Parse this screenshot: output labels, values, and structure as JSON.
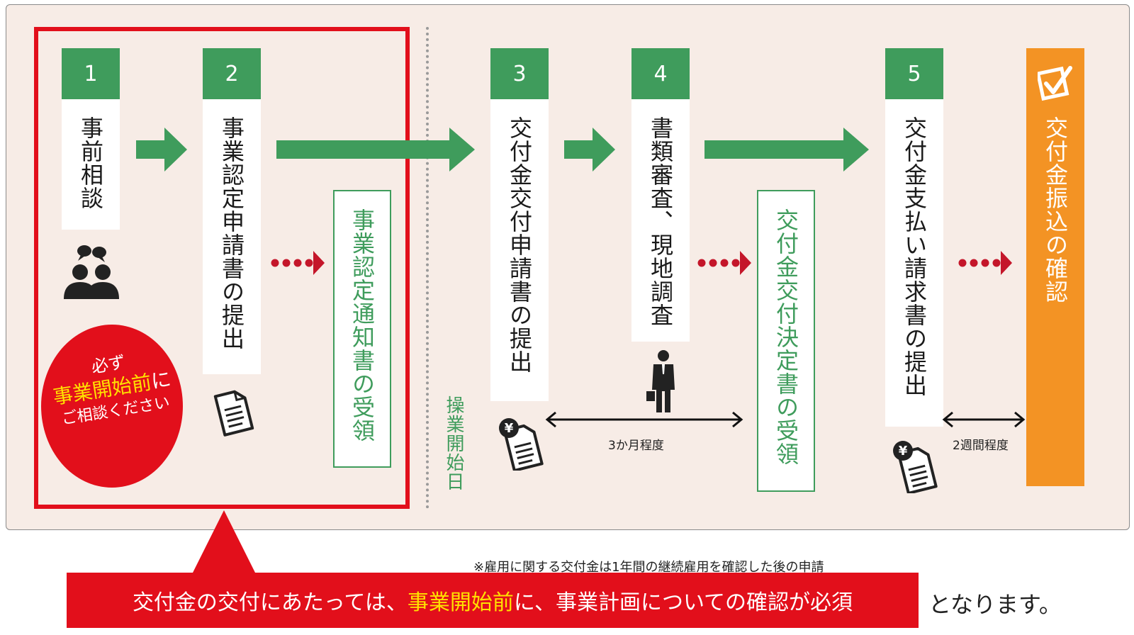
{
  "steps": [
    {
      "num": "1",
      "text": "事前相談"
    },
    {
      "num": "2",
      "text": "事業認定申請書の提出"
    },
    {
      "num": "3",
      "text": "交付金交付申請書の提出"
    },
    {
      "num": "4",
      "text": "書類審査、現地調査"
    },
    {
      "num": "5",
      "text": "交付金支払い請求書の提出"
    }
  ],
  "results": [
    {
      "text": "事業認定通知書の受領"
    },
    {
      "text": "交付金交付決定書の受領"
    }
  ],
  "final": {
    "text": "交付金振込の確認"
  },
  "start_label": "操業開始日",
  "circle": {
    "line1": "必ず",
    "line2": "事業開始前",
    "line2_suffix": "に",
    "line3": "ご相談ください"
  },
  "durations": {
    "three_months": "3か月程度",
    "two_weeks": "2週間程度"
  },
  "note": "※雇用に関する交付金は1年間の継続雇用を確認した後の申請",
  "banner": {
    "part1": "交付金の交付にあたっては、",
    "highlight": "事業開始前",
    "part2": "に、事業計画についての確認が必須"
  },
  "tail": "となります。",
  "colors": {
    "green": "#3f9c5c",
    "red": "#e20f1b",
    "orange": "#f39324",
    "yellow": "#ffe100",
    "panel": "#f7ece6"
  },
  "icons": [
    "consultation-people-icon",
    "document-icon",
    "yen-document-icon",
    "businessman-icon",
    "check-icon",
    "double-arrow-icon"
  ]
}
